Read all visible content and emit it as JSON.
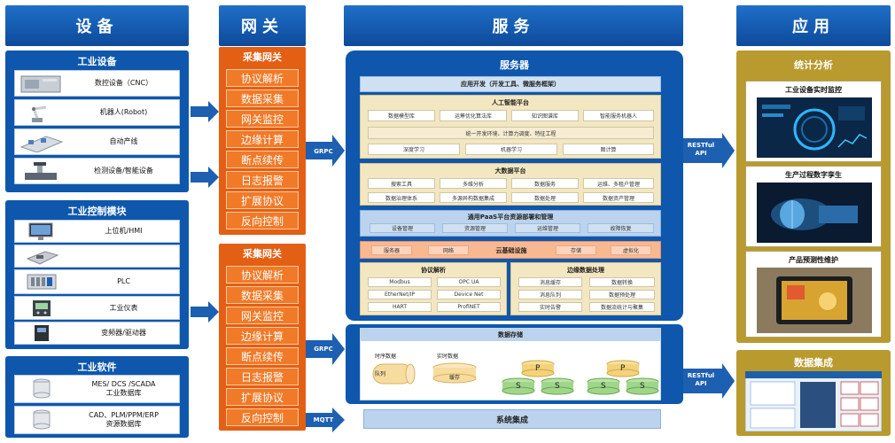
{
  "headers": {
    "devices": "设备",
    "gateway": "网关",
    "services": "服务",
    "applications": "应用"
  },
  "devices": {
    "industrial_equipment": {
      "title": "工业设备",
      "items": [
        "数控设备（CNC）",
        "机器人(Robot)",
        "自动产线",
        "检测设备/智能设备"
      ]
    },
    "control_modules": {
      "title": "工业控制模块",
      "items": [
        "上位机/HMI",
        "",
        "PLC",
        "工业仪表",
        "变频器/驱动器"
      ]
    },
    "software": {
      "title": "工业软件",
      "items": [
        "MES/ DCS /SCADA\n工业数据库",
        "CAD、PLM/PPM/ERP\n资源数据库"
      ]
    }
  },
  "gateways": [
    {
      "title": "采集网关",
      "items": [
        "协议解析",
        "数据采集",
        "网关监控",
        "边缘计算",
        "断点续传",
        "日志报警",
        "扩展协议",
        "反向控制"
      ]
    },
    {
      "title": "采集网关",
      "items": [
        "协议解析",
        "数据采集",
        "网关监控",
        "边缘计算",
        "断点续传",
        "日志报警",
        "扩展协议",
        "反向控制"
      ]
    }
  ],
  "links": {
    "grpc1": "GRPC",
    "grpc2": "GRPC",
    "mqtt": "MQTT",
    "rest1": "RESTful\nAPI",
    "rest2": "RESTful\nAPI"
  },
  "server": {
    "title": "服务器",
    "app_dev": "应用开发（开发工具、微服务框架）",
    "ai": {
      "title": "人工智能平台",
      "row1": [
        "数据模型库",
        "运筹优化算法库",
        "知识图谱库",
        "智能服务机器人"
      ],
      "unified": "统一开发环境、计算力调度、特征工程",
      "row3": [
        "深度学习",
        "机器学习",
        "图计算"
      ]
    },
    "bigdata": {
      "title": "大数据平台",
      "row1": [
        "搜索工具",
        "多维分析",
        "数据服务",
        "运维、多租户管理"
      ],
      "row2": [
        "数据治理体系",
        "多源异构数据集成",
        "数据处理",
        "数据资产管理"
      ]
    },
    "paas": {
      "title": "通用PaaS平台资源部署和管理",
      "items": [
        "设备管理",
        "资源管理",
        "运维管理",
        "故障恢复"
      ]
    },
    "iaas": {
      "items": [
        "服务器",
        "网络"
      ],
      "title": "云基础设施",
      "items2": [
        "存储",
        "虚拟化"
      ]
    },
    "protocol": {
      "title": "协议解析",
      "items": [
        "Modbus",
        "OPC UA",
        "EtherNet/IP",
        "Device Net",
        "HART",
        "ProfiNET"
      ]
    },
    "edge": {
      "title": "边缘数据处理",
      "items": [
        "消息缓存",
        "数据转换",
        "消息队列",
        "数据预处理",
        "实时告警",
        "数据流统计与聚集"
      ]
    }
  },
  "storage": {
    "title": "数据存储",
    "timeseries": "时序数据",
    "realtime": "实时数据",
    "queue": "队列",
    "cache": "缓存",
    "p": "P",
    "s": "S"
  },
  "integration": "系统集成",
  "apps": {
    "stats": {
      "title": "统计分析",
      "cards": [
        "工业设备实时监控",
        "生产过程数字孪生",
        "产品预测性维护"
      ]
    },
    "data": {
      "title": "数据集成"
    }
  }
}
